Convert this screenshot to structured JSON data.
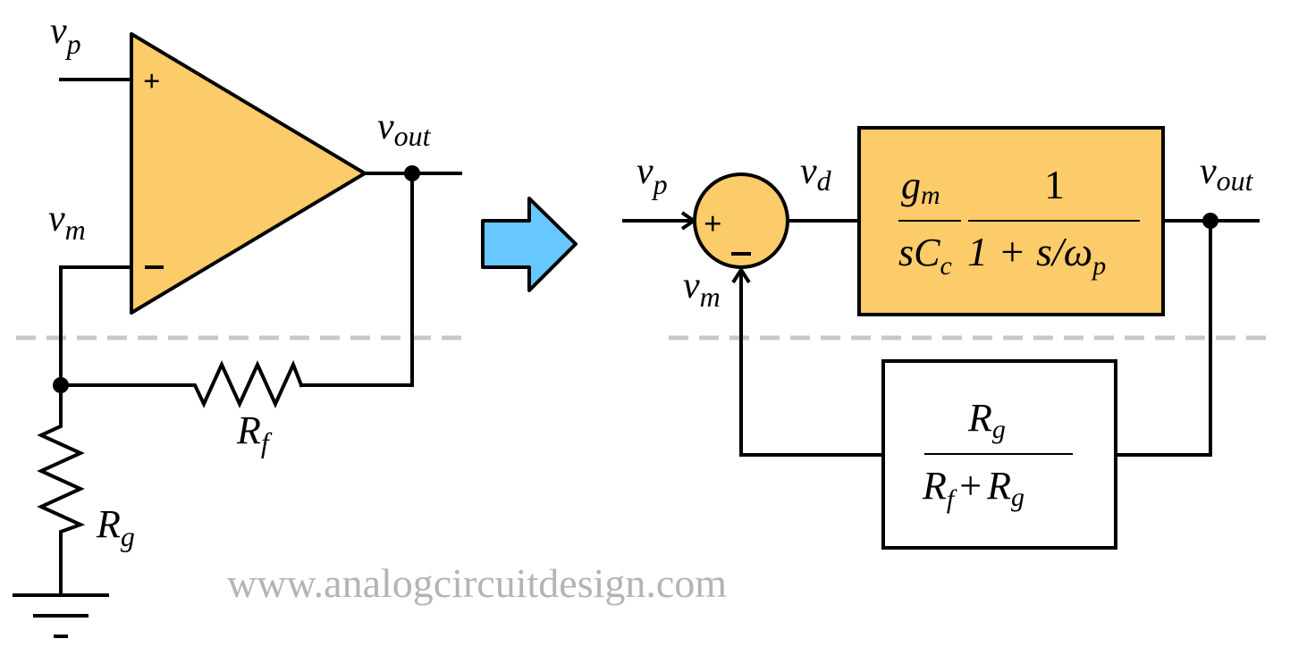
{
  "colors": {
    "opamp_fill": "#FCCB6A",
    "arrow_fill": "#66C8FF",
    "wire": "#000000",
    "divider": "#C8C8C8",
    "watermark": "#B4B4B4"
  },
  "circuit": {
    "vp": {
      "main": "v",
      "sub": "p"
    },
    "vm": {
      "main": "v",
      "sub": "m"
    },
    "vout": {
      "main": "v",
      "sub": "out"
    },
    "rf": {
      "main": "R",
      "sub": "f"
    },
    "rg": {
      "main": "R",
      "sub": "g"
    },
    "plus": "+",
    "minus": "−"
  },
  "block": {
    "vp": {
      "main": "v",
      "sub": "p"
    },
    "vm": {
      "main": "v",
      "sub": "m"
    },
    "vd": {
      "main": "v",
      "sub": "d"
    },
    "vout": {
      "main": "v",
      "sub": "out"
    },
    "sum_plus": "+",
    "sum_minus": "−",
    "forward": {
      "num1_main": "g",
      "num1_sub": "m",
      "den1_main": "sC",
      "den1_sub": "c",
      "num2": "1",
      "den2_a": "1 + s/",
      "den2_omega": "ω",
      "den2_sub": "p"
    },
    "feedback": {
      "num_main": "R",
      "num_sub": "g",
      "den_a_main": "R",
      "den_a_sub": "f",
      "den_plus": "+",
      "den_b_main": "R",
      "den_b_sub": "g"
    }
  },
  "watermark": "www.analogcircuitdesign.com"
}
